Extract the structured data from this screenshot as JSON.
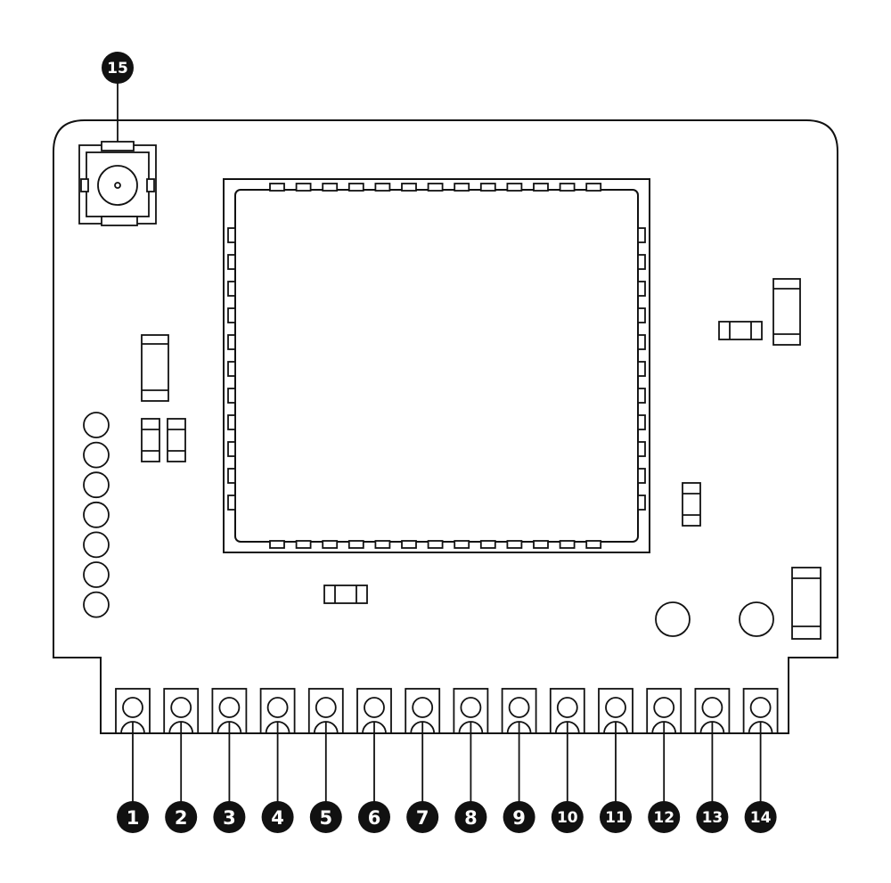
{
  "diagram": {
    "colors": {
      "ink": "#111111",
      "background": "#ffffff"
    },
    "callouts": [
      {
        "number": "1",
        "target": "pin"
      },
      {
        "number": "2",
        "target": "pin"
      },
      {
        "number": "3",
        "target": "pin"
      },
      {
        "number": "4",
        "target": "pin"
      },
      {
        "number": "5",
        "target": "pin"
      },
      {
        "number": "6",
        "target": "pin"
      },
      {
        "number": "7",
        "target": "pin"
      },
      {
        "number": "8",
        "target": "pin"
      },
      {
        "number": "9",
        "target": "pin"
      },
      {
        "number": "10",
        "target": "pin"
      },
      {
        "number": "11",
        "target": "pin"
      },
      {
        "number": "12",
        "target": "pin"
      },
      {
        "number": "13",
        "target": "pin"
      },
      {
        "number": "14",
        "target": "pin"
      },
      {
        "number": "15",
        "target": "antenna-connector"
      }
    ],
    "components": {
      "module_top_pads": 13,
      "module_bottom_pads": 13,
      "module_side_pads": 11,
      "header_holes": 7,
      "edge_pins": 14
    }
  }
}
